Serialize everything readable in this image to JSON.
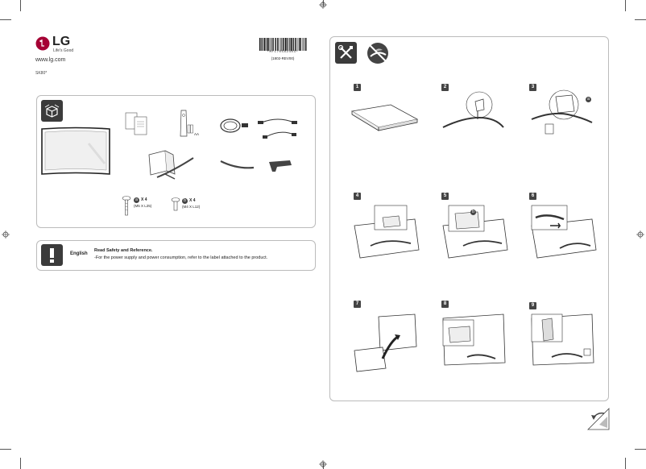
{
  "brand": {
    "name": "LG",
    "tagline": "Life's Good",
    "url": "www.lg.com",
    "model": "SK80*"
  },
  "barcode": {
    "code": "*MFL70582403*",
    "revision": "(1802-REV00)"
  },
  "components": {
    "remote_label": "AA",
    "screw_a": {
      "qty": "X 4",
      "spec": "(M5 X L25)",
      "letter": "a"
    },
    "screw_b": {
      "qty": "X 4",
      "spec": "(M4 X L12)",
      "letter": "b"
    }
  },
  "notice": {
    "language": "English",
    "title": "Read Safety and Reference.",
    "text": "-For the power supply and power consumption, refer to the label attached to the product."
  },
  "steps": [
    "1",
    "2",
    "3",
    "4",
    "5",
    "6",
    "7",
    "8",
    "9"
  ],
  "callouts": {
    "step3": "a",
    "step5": "b"
  }
}
